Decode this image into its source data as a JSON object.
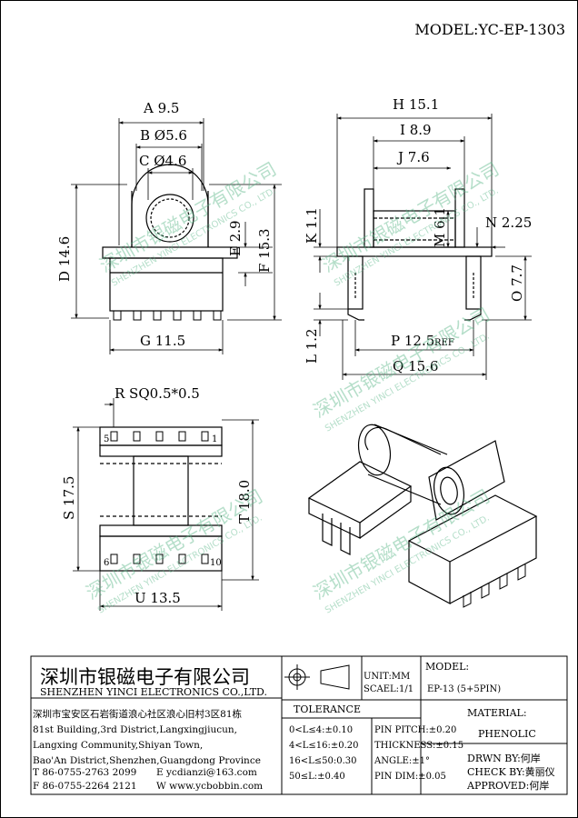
{
  "header": {
    "model": "MODEL:YC-EP-1303"
  },
  "dims": {
    "A": "A 9.5",
    "B": "B Ø5.6",
    "C": "C Ø4.6",
    "D": "D 14.6",
    "E": "E 2.9",
    "F": "F 15.3",
    "G": "G 11.5",
    "H": "H 15.1",
    "I": "I 8.9",
    "J": "J 7.6",
    "K": "K 1.1",
    "M": "M 6.1",
    "N": "N 2.25",
    "O": "O 7.7",
    "L": "L 1.2",
    "P": "P 12.5",
    "P_ref": "REF",
    "Q": "Q 15.6",
    "R": "R SQ0.5*0.5",
    "S": "S 17.5",
    "T": "T 18.0",
    "U": "U 13.5"
  },
  "pins": {
    "p5": "5",
    "p1": "1",
    "p6": "6",
    "p10": "10"
  },
  "watermark": {
    "cn": "深圳市银磁电子有限公司",
    "en": "SHENZHEN YINCI ELECTRONICS CO., LTD."
  },
  "title_block": {
    "company_cn": "深圳市银磁电子有限公司",
    "company_en": "SHENZHEN YINCI ELECTRONICS CO.,LTD.",
    "address": [
      "深圳市宝安区石岩街道浪心社区浪心旧村3区81栋",
      "81st Building,3rd District,Langxingjiucun,",
      "Langxing Community,Shiyan Town,",
      "Bao'An District,Shenzhen,Guangdong Province"
    ],
    "tel": "T 86-0755-2763 2099",
    "email": "E ycdianzi@163.com",
    "fax": "F 86-0755-2264 2121",
    "web": "W www.ycbobbin.com",
    "unit": "UNIT:MM",
    "scale": "SCAEL:1/1",
    "model_label": "MODEL:",
    "model_value": "EP-13 (5+5PIN)",
    "tolerance_label": "TOLERANCE",
    "tol": [
      "0<L≤4:±0.10",
      "4<L≤16:±0.20",
      "16<L≤50:0.30",
      "50≤L:±0.40"
    ],
    "spec": [
      "PIN PITCH:±0.20",
      "THICKNESS:±0.15",
      "ANGLE:±1°",
      "PIN DIM:±0.05"
    ],
    "material_label": "MATERIAL:",
    "material_value": "PHENOLIC",
    "drawn": "DRWN BY:何岸",
    "check": "CHECK BY:黄丽仪",
    "approved": "APPROVED:何岸"
  }
}
